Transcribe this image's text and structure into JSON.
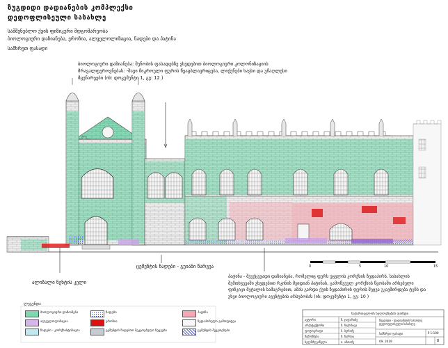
{
  "header": {
    "title_line1": "ზუგდიდი   დადიანების  კომპლექსი",
    "title_line2": "დედოფლისეული  სასახლე",
    "subtitle1": "სამშენებლო  ქვის ფიზიკური მდგომარეობა",
    "subtitle2": "ბიოლოგიური დაზიანება, ეროზია, ალველოლიზაცია, ნადები და პატინა",
    "subtitle3": "სამხრეთ ფასადი"
  },
  "annotations": {
    "bio": "ბიოლოგიური დაზიანება: შენობის ფასადებზე ვხვდებით ბიოლოგიური კოლონიზაციის მრავალფეროვნებას: -შავი მიკროული ფურის წვაცბლავრიცება, ლიქენები ხავსი და უმაღლესი მცენარეები (იხ: დოკუმენტი 1, გვ: 12 )",
    "deposits": "ცემენტის ნადები  - გუიანი წარვეა",
    "wall": "ალიზალი ნეხტის კელი",
    "patina": "პატინა - შეუქცევადი დაზიანება, რომელიც ფურს უცვლის კორქსის ზედაპირს. სასახლის შემთხვევაში ვხვდებით რკინის მეიდიან პატინას, გამოწვეულ კორქსის წყობაში არსებული ფინკიკი მეტალის სამაგრებით,  ამას გარდა ქვის ზედაპირის ფურის შეცვა უკავშირდება ტენს და უხვი ბიოლოგიური ავენტების არსებობას (იხ: დოკუმენტი 1, გვ: 10  )"
  },
  "scale": {
    "labels": [
      "0",
      "5",
      "10",
      "15"
    ]
  },
  "legend": {
    "title": "ლეგენდა",
    "items": [
      {
        "label": "ბიოლოგიური დაზიანება",
        "color": "#7fd6b0",
        "pattern": "solid"
      },
      {
        "label": "ალველოლიზაცია",
        "color": "#d6b6ea",
        "pattern": "solid"
      },
      {
        "label": "ნადები - კორქსისტიზაცია",
        "color": "#bfe8ef",
        "pattern": "solid"
      },
      {
        "label": "ნადები",
        "color": "#2d3fd0",
        "pattern": "dots"
      },
      {
        "label": "ეროზია",
        "color": "#dd1111",
        "pattern": "solid"
      },
      {
        "label": "ცემენტის ნადებით შეკეთებული ნეგვები",
        "color": "#c6ccd4",
        "pattern": "solid"
      },
      {
        "label": "პატინა",
        "color": "#f3a7b2",
        "pattern": "solid"
      },
      {
        "label": "ზედაპირული გამოფიტვა",
        "color": "#ececec",
        "pattern": "lines"
      },
      {
        "label": "ცემენტის შეკეთებები",
        "color": "#4c5fd8",
        "pattern": "lines"
      }
    ]
  },
  "title_block": {
    "org": "საქართველოს ხელოვნების ფონდი",
    "rows": [
      {
        "label": "ავტორი",
        "value": "ნ. ჯაფარიძე"
      },
      {
        "label": "არქიტექტორი",
        "value": "ნ. ჩიქობავა"
      },
      {
        "label": "ფოტოგრაფი",
        "value": "ს. ბერიძე"
      },
      {
        "label": "შემოწმება",
        "value": "ნ. ნარსია"
      },
      {
        "label": "ხელმძღვანელი",
        "value": "ი. ანთაძე"
      }
    ],
    "project": "ზუგდიდი - დადიანების სასახლე დედოფლისეული სასახლე",
    "sheet_title": "სამხრეთ ფასადი",
    "scale_text": "მ 1:100",
    "date": "09. 2019",
    "sheet_no": "8"
  },
  "colors": {
    "bio": "#7fd6b0",
    "patina": "#f3a7b2",
    "erosion": "#dd1111",
    "deposit": "#3346c9",
    "crust": "#c9a3e6",
    "line": "#333333",
    "stone": "#e9e9e9"
  }
}
